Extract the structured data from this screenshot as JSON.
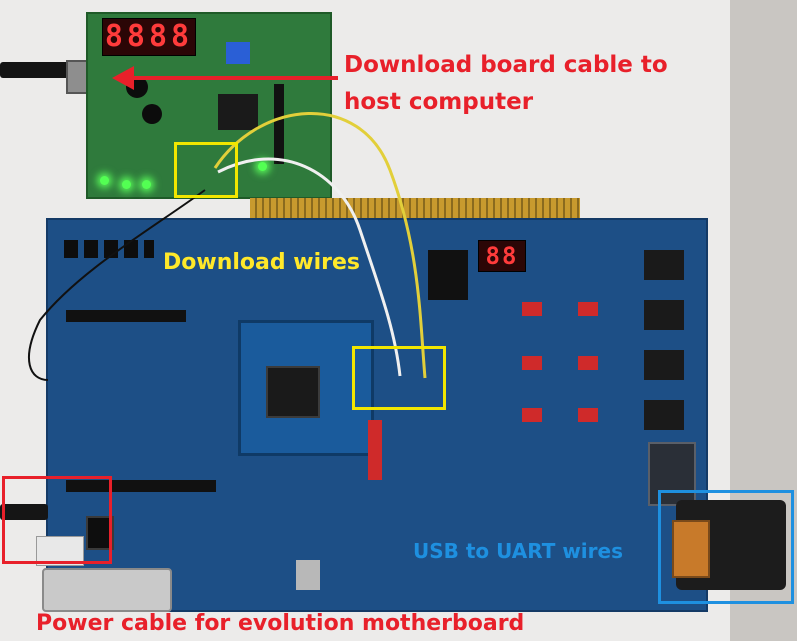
{
  "annotations": {
    "download_cable": {
      "line1": "Download board cable to",
      "line2": "host computer",
      "color": "#e8202a"
    },
    "download_wires": {
      "text": "Download wires",
      "color": "#ffe82a"
    },
    "usb_uart": {
      "text": "USB to UART wires",
      "color": "#1e90e0"
    },
    "power_cable": {
      "text": "Power cable for evolution motherboard",
      "color": "#e8202a"
    }
  },
  "board_markings": {
    "download_display": "8888",
    "motherboard_display": "88"
  },
  "colors": {
    "highlight_yellow": "#f2e600",
    "highlight_red": "#e8202a",
    "highlight_blue": "#1e90e0",
    "pcb_blue": "#1d4f86",
    "pcb_green": "#2f7a3c"
  }
}
